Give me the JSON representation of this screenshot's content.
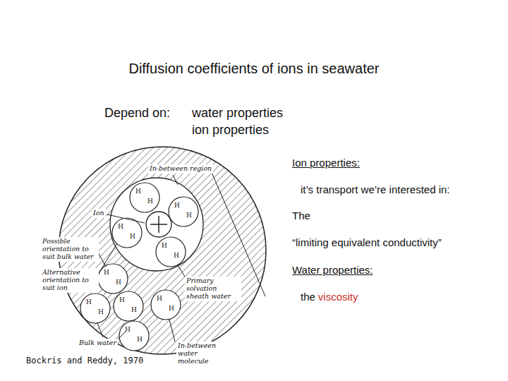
{
  "diagram": {
    "title": "Diffusion coefficients of ions in seawater",
    "caption": "Bockris and Reddy, 1970",
    "labels": [
      "Depend on:",
      "water properties",
      "ion properties",
      "Ion properties:",
      "it’s transport we’re interested in:",
      "The",
      "“limiting equivalent conductivity”",
      "Water properties:",
      "the",
      "viscosity",
      "In-between region",
      "Ion",
      "Possible orientation to suit bulk water",
      "Alternative orientation to suit ion",
      "Primary solvation sheath water",
      "Bulk water",
      "In-between water molecule",
      "H",
      "H",
      "H",
      "H",
      "H",
      "H",
      "H",
      "H",
      "H",
      "H",
      "H",
      "H",
      "H",
      "H",
      "H",
      "H",
      "H",
      "H"
    ]
  }
}
